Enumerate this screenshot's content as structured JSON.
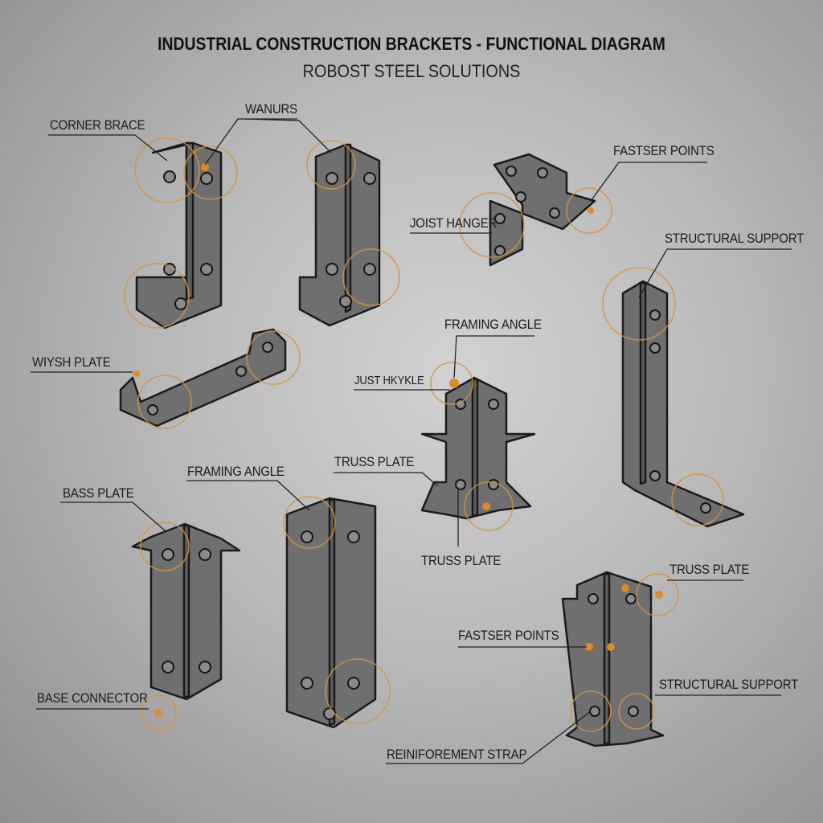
{
  "header": {
    "title": "INDUSTRIAL CONSTRUCTION BRACKETS - FUNCTIONAL DIAGRAM",
    "subtitle": "ROBOST STEEL SOLUTIONS"
  },
  "labels": {
    "corner_brace": "CORNER BRACE",
    "wanurs": "WANURS",
    "fastser_points_top": "FASTSER POINTS",
    "joist_hanger": "JOIST HANGER",
    "structural_support_top": "STRUCTURAL SUPPORT",
    "wiysh_plate": "WIYSH PLATE",
    "framing_angle_center": "FRAMING ANGLE",
    "just_hkyke": "JUST HKYKLE",
    "truss_plate_left": "TRUSS PLATE",
    "truss_plate_bottom": "TRUSS PLATE",
    "bass_plate": "BASS PLATE",
    "framing_angle_left": "FRAMING ANGLE",
    "truss_plate_right": "TRUSS PLATE",
    "fastser_points_bottom": "FASTSER POINTS",
    "structural_support_bottom": "STRUCTURAL SUPPORT",
    "base_connector": "BASE CONNECTOR",
    "reinforcement_strap": "REINIFOREMENT STRAP"
  },
  "colors": {
    "accent": "#d8923a",
    "steel": "#6f6f6f",
    "background": "#bdbdbd"
  }
}
